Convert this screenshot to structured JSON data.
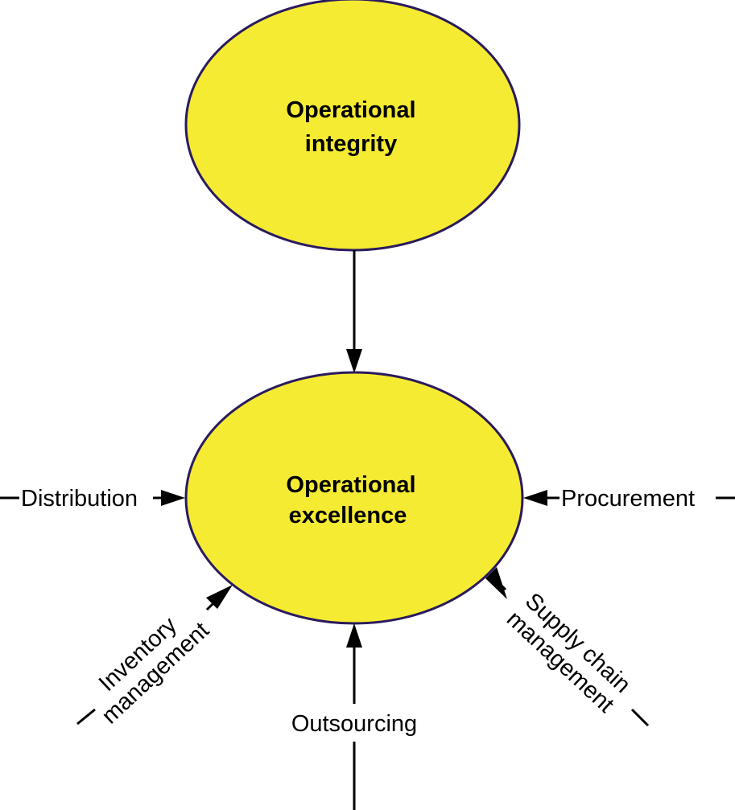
{
  "nodes": {
    "top": {
      "line1": "Operational",
      "line2": "integrity"
    },
    "center": {
      "line1": "Operational",
      "line2": "excellence"
    }
  },
  "inputs": {
    "distribution": "Distribution",
    "procurement": "Procurement",
    "inventory": {
      "line1": "Inventory",
      "line2": "management"
    },
    "outsourcing": "Outsourcing",
    "supply_chain": {
      "line1": "Supply chain",
      "line2": "management"
    }
  },
  "colors": {
    "node_fill": "#f5eb32",
    "node_stroke": "#2a1a5e",
    "arrow": "#000000"
  }
}
